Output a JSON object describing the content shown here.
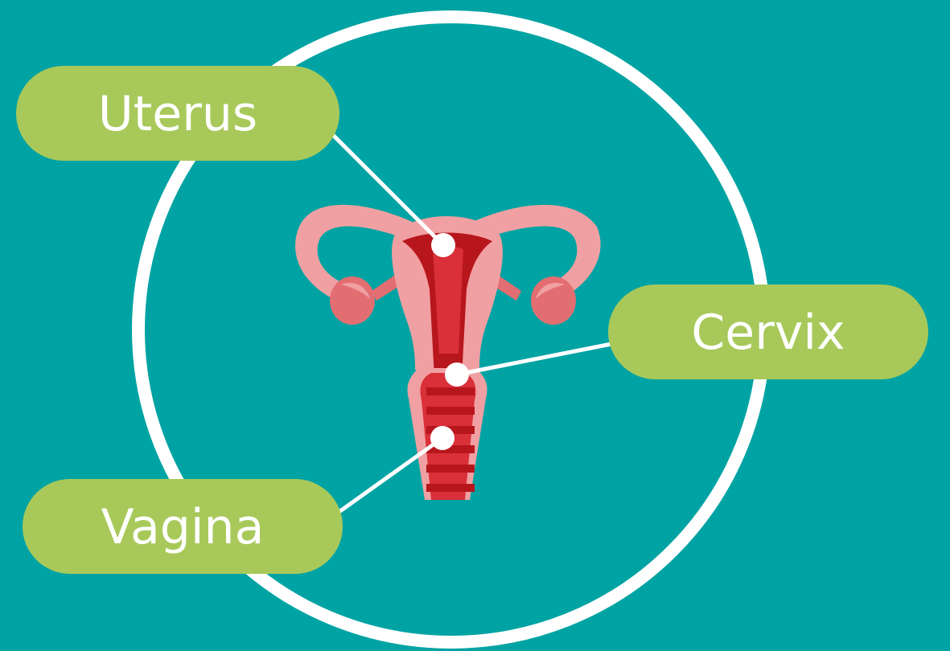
{
  "colors": {
    "background": "#00a3a3",
    "circle_stroke": "#ffffff",
    "label_fill": "#a8c95a",
    "label_text": "#ffffff",
    "tissue_light": "#f0a0a2",
    "tissue_mid": "#e36e72",
    "tissue_dark": "#b8161d",
    "tissue_red": "#d9303a",
    "connector": "#ffffff"
  },
  "labels": {
    "uterus": "Uterus",
    "cervix": "Cervix",
    "vagina": "Vagina"
  }
}
